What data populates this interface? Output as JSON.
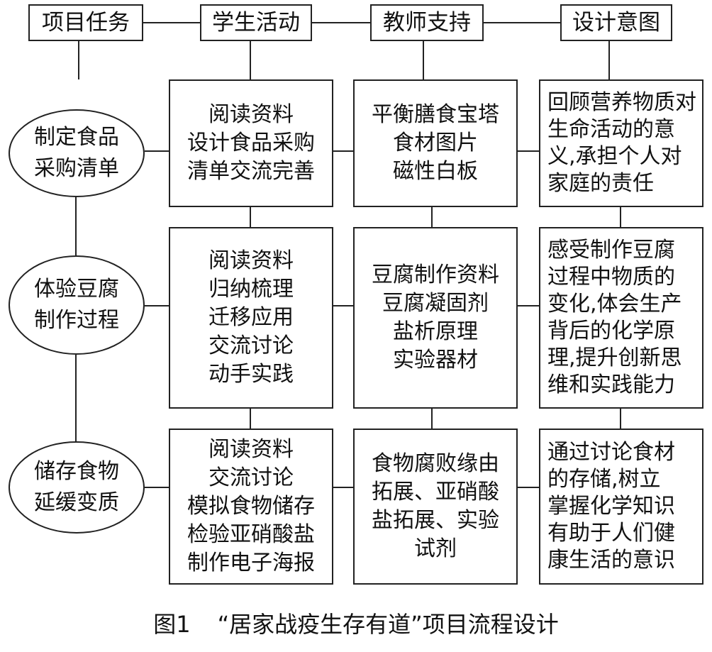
{
  "headers": {
    "task": "项目任务",
    "student": "学生活动",
    "teacher": "教师支持",
    "design": "设计意图"
  },
  "rows": [
    {
      "task": [
        "制定食品",
        "采购清单"
      ],
      "student": [
        "阅读资料",
        "设计食品采购",
        "清单交流完善"
      ],
      "teacher": [
        "平衡膳食宝塔",
        "食材图片",
        "磁性白板"
      ],
      "design": [
        "回顾营养物质对",
        "生命活动的意",
        "义,承担个人对",
        "家庭的责任"
      ]
    },
    {
      "task": [
        "体验豆腐",
        "制作过程"
      ],
      "student": [
        "阅读资料",
        "归纳梳理",
        "迁移应用",
        "交流讨论",
        "动手实践"
      ],
      "teacher": [
        "豆腐制作资料",
        "豆腐凝固剂",
        "盐析原理",
        "实验器材"
      ],
      "design": [
        "感受制作豆腐",
        "过程中物质的",
        "变化,体会生产",
        "背后的化学原",
        "理,提升创新思",
        "维和实践能力"
      ]
    },
    {
      "task": [
        "储存食物",
        "延缓变质"
      ],
      "student": [
        "阅读资料",
        "交流讨论",
        "模拟食物储存",
        "检验亚硝酸盐",
        "制作电子海报"
      ],
      "teacher": [
        "食物腐败缘由",
        "拓展、亚硝酸",
        "盐拓展、实验",
        "试剂"
      ],
      "design": [
        "通过讨论食材",
        "的存储,树立",
        "掌握化学知识",
        "有助于人们健",
        "康生活的意识"
      ]
    }
  ],
  "caption": {
    "figure_number": "图1",
    "title": "“居家战疫生存有道”项目流程设计"
  }
}
